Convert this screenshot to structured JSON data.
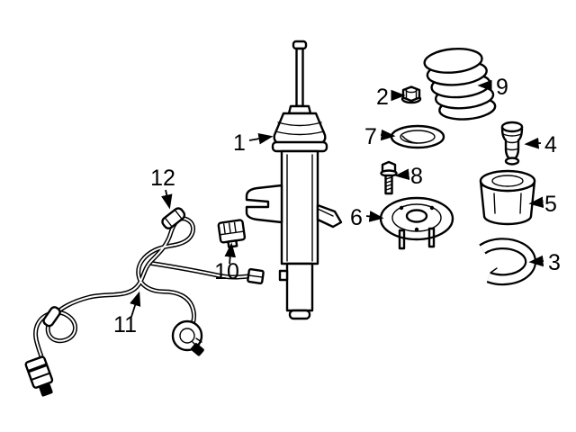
{
  "diagram": {
    "subject": "front-suspension-strut-exploded-parts-diagram",
    "background_color": "#ffffff",
    "line_color": "#000000",
    "label_color": "#000000",
    "callouts": [
      {
        "label": "1",
        "part": "suspension-strut"
      },
      {
        "label": "2",
        "part": "self-locking-nut"
      },
      {
        "label": "3",
        "part": "spring-pad"
      },
      {
        "label": "4",
        "part": "bump-stop"
      },
      {
        "label": "5",
        "part": "dust-boot"
      },
      {
        "label": "6",
        "part": "strut-mount-plate"
      },
      {
        "label": "7",
        "part": "gasket-ring"
      },
      {
        "label": "8",
        "part": "flange-bolt"
      },
      {
        "label": "9",
        "part": "coil-spring"
      },
      {
        "label": "10",
        "part": "connector-block"
      },
      {
        "label": "11",
        "part": "sensor-wire-lower-run"
      },
      {
        "label": "12",
        "part": "sensor-wire-upper-run"
      }
    ]
  }
}
